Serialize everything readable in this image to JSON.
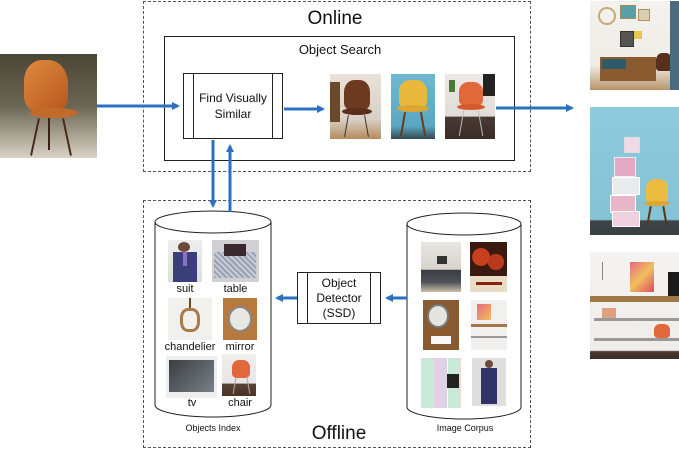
{
  "regions": {
    "online": {
      "title": "Online"
    },
    "offline": {
      "title": "Offline"
    }
  },
  "object_search": {
    "title": "Object Search",
    "process_label_line1": "Find Visually",
    "process_label_line2": "Similar",
    "results": [
      "brown leather chair",
      "yellow chair",
      "orange chair"
    ]
  },
  "query_image": {
    "description": "orange leather chair (query)"
  },
  "object_detector": {
    "line1": "Object",
    "line2": "Detector",
    "line3": "(SSD)"
  },
  "objects_index": {
    "caption": "Objects Index",
    "items": [
      {
        "label": "suit"
      },
      {
        "label": "table"
      },
      {
        "label": "chandelier"
      },
      {
        "label": "mirror"
      },
      {
        "label": "tv"
      },
      {
        "label": "chair"
      }
    ]
  },
  "image_corpus": {
    "caption": "Image Corpus",
    "items": [
      "living room",
      "pizza bagels",
      "bathroom mirror",
      "shelves decor",
      "illustration grid",
      "man in suit"
    ]
  },
  "output_scenes": [
    "room with sideboard and brown chair",
    "blue wall with shelves and yellow chair",
    "shelves with art and orange chair"
  ],
  "colors": {
    "arrow": "#2a72c0",
    "line": "#222222",
    "dashed": "#555555"
  }
}
